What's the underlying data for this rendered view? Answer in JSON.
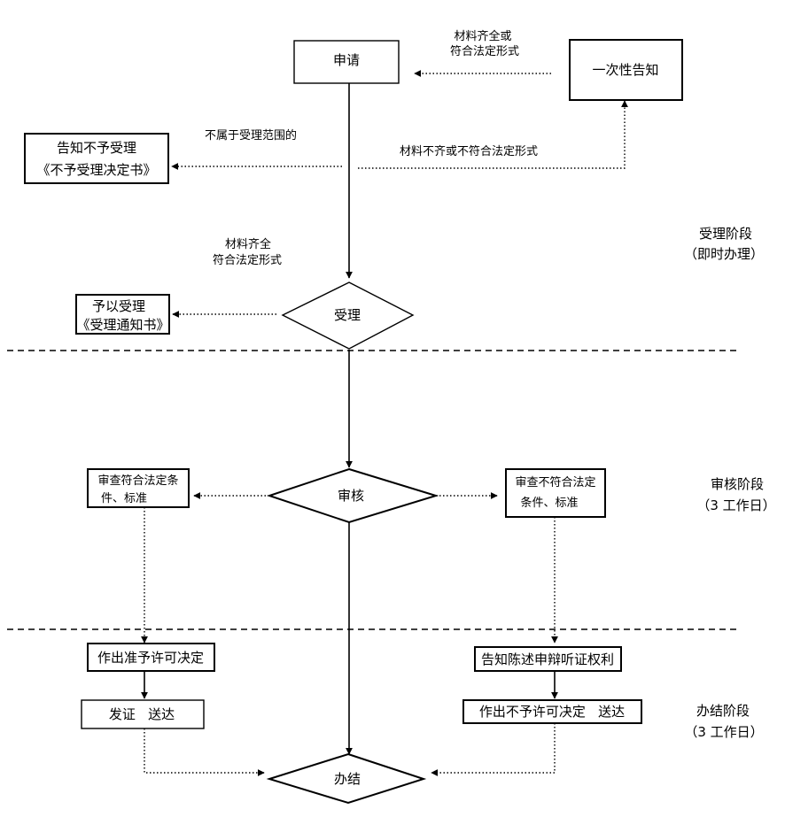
{
  "nodes": {
    "apply": "申请",
    "notify_once": "一次性告知",
    "reject_line1": "告知不予受理",
    "reject_line2": "《不予受理决定书》",
    "accept_decision": "受理",
    "accept_line1": "予以受理",
    "accept_line2": "《受理通知书》",
    "review_decision": "审核",
    "review_ok_line1": "审查符合法定条",
    "review_ok_line2": "件、标准",
    "review_fail_line1": "审查不符合法定",
    "review_fail_line2": "条件、标准",
    "grant_decision": "作出准予许可决定",
    "issue_deliver": "发证   送达",
    "notify_rights": "告知陈述申辩听证权利",
    "deny_deliver": "作出不予许可决定   送达",
    "complete": "办结"
  },
  "edge_labels": {
    "complete_or_legal_line1": "材料齐全或",
    "complete_or_legal_line2": "符合法定形式",
    "out_of_scope": "不属于受理范围的",
    "incomplete": "材料不齐或不符合法定形式",
    "complete_legal_line1": "材料齐全",
    "complete_legal_line2": "符合法定形式"
  },
  "phases": [
    {
      "name": "受理阶段",
      "duration": "（即时办理）"
    },
    {
      "name": "审核阶段",
      "duration": "（3 工作日）"
    },
    {
      "name": "办结阶段",
      "duration": "（3 工作日）"
    }
  ]
}
